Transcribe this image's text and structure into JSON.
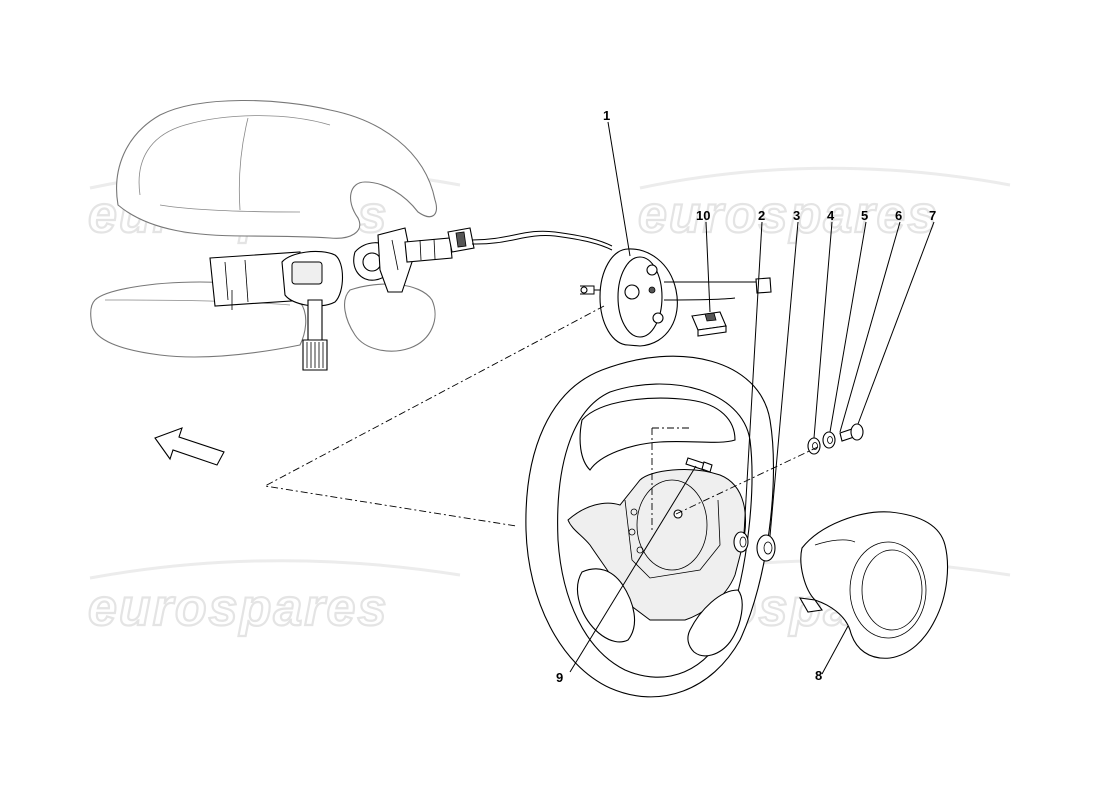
{
  "watermark": {
    "text": "eurospares"
  },
  "callouts": [
    {
      "id": "1",
      "label": "1"
    },
    {
      "id": "2",
      "label": "2"
    },
    {
      "id": "3",
      "label": "3"
    },
    {
      "id": "4",
      "label": "4"
    },
    {
      "id": "5",
      "label": "5"
    },
    {
      "id": "6",
      "label": "6"
    },
    {
      "id": "7",
      "label": "7"
    },
    {
      "id": "8",
      "label": "8"
    },
    {
      "id": "9",
      "label": "9"
    },
    {
      "id": "10",
      "label": "10"
    }
  ],
  "icons": {
    "direction_arrow": "arrow-up-left-icon"
  }
}
